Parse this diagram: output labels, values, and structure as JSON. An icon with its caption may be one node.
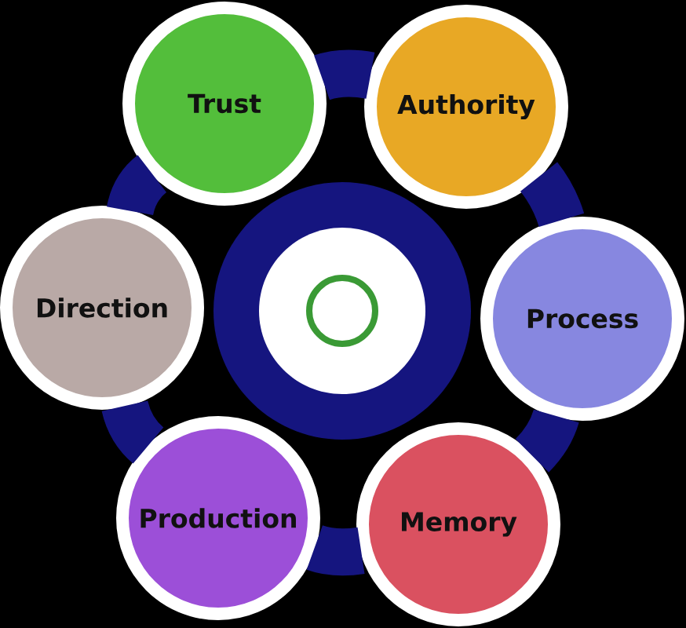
{
  "diagram": {
    "nodes": [
      {
        "text": [
          "Trust"
        ]
      },
      {
        "text": [
          "Authority"
        ]
      },
      {
        "text": [
          "Direction"
        ]
      },
      {
        "text": [],
        "shape": "circle"
      },
      {
        "text": [
          "Process"
        ]
      },
      {
        "text": [
          "Production"
        ]
      },
      {
        "text": [
          "Memory"
        ]
      }
    ],
    "edges": [
      {
        "from": 0,
        "to": 1,
        "arrow": "none"
      },
      {
        "from": 1,
        "to": 4,
        "arrow": "none"
      },
      {
        "from": 4,
        "to": 6,
        "arrow": "none"
      },
      {
        "from": 6,
        "to": 5,
        "arrow": "none"
      },
      {
        "from": 5,
        "to": 2,
        "arrow": "none"
      },
      {
        "from": 2,
        "to": 0,
        "arrow": "none"
      }
    ]
  }
}
